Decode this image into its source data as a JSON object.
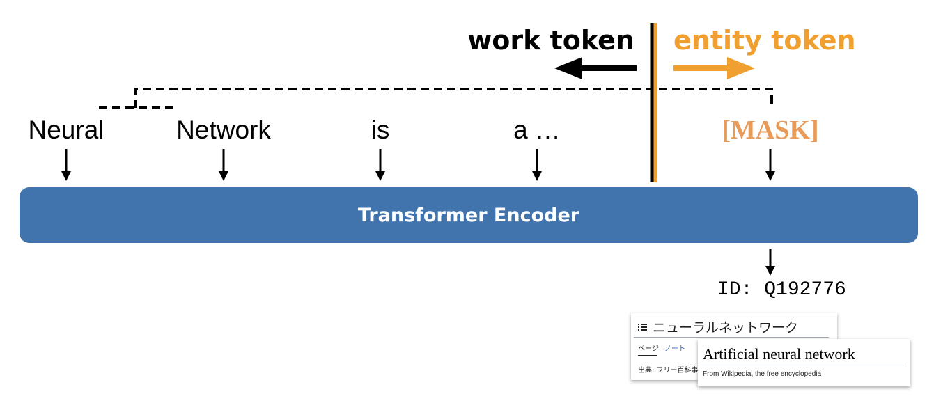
{
  "header": {
    "work_label": "work token",
    "entity_label": "entity token"
  },
  "tokens": [
    {
      "text": "Neural"
    },
    {
      "text": "Network"
    },
    {
      "text": "is"
    },
    {
      "text": "a …"
    }
  ],
  "mask_token": "[MASK]",
  "encoder_label": "Transformer Encoder",
  "entity_id": "ID: Q192776",
  "wiki_ja": {
    "title": "ニューラルネットワーク",
    "tab_page": "ページ",
    "tab_note": "ノート",
    "source": "出典: フリー百科事"
  },
  "wiki_en": {
    "title": "Artificial neural network",
    "subtitle": "From Wikipedia, the free encyclopedia"
  },
  "colors": {
    "accent_orange": "#f0a030",
    "mask_orange": "#e89a58",
    "encoder_blue": "#4174ad",
    "link_blue": "#3366cc",
    "line_black": "#000000"
  },
  "icons": {
    "toc": "list-icon"
  }
}
